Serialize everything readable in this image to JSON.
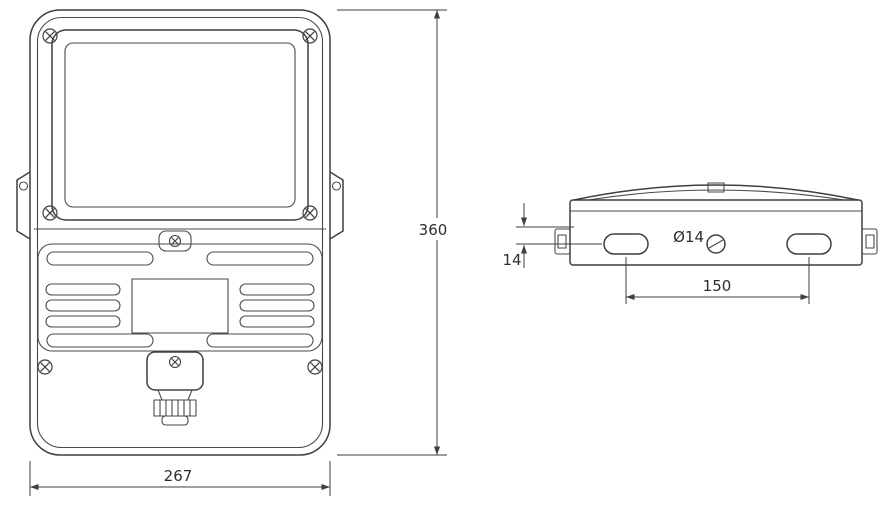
{
  "drawing": {
    "type": "technical-dimension-drawing",
    "subject": "floodlight-two-views",
    "colors": {
      "line": "#3f3f3f",
      "background": "#ffffff"
    },
    "front_view": {
      "width_dim": "267",
      "height_dim": "360"
    },
    "side_view": {
      "hole_diameter_dim": "Ø14",
      "offset_dim": "14",
      "hole_spacing_dim": "150"
    }
  }
}
